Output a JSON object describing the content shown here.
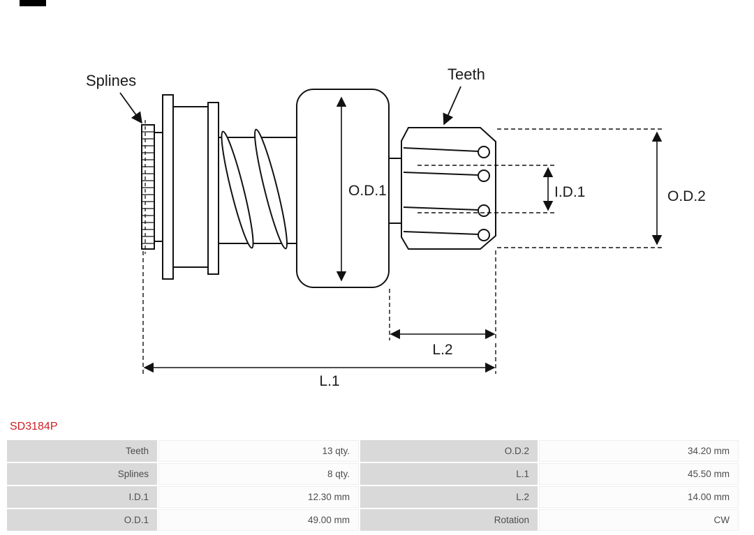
{
  "header": {
    "logo_bar_color": "#000000"
  },
  "part_number": "SD3184P",
  "diagram": {
    "labels": {
      "splines": "Splines",
      "teeth": "Teeth",
      "od1": "O.D.1",
      "id1": "I.D.1",
      "od2": "O.D.2",
      "l1": "L.1",
      "l2": "L.2"
    }
  },
  "spec_table": {
    "rows": [
      {
        "label1": "Teeth",
        "value1": "13 qty.",
        "label2": "O.D.2",
        "value2": "34.20 mm"
      },
      {
        "label1": "Splines",
        "value1": "8 qty.",
        "label2": "L.1",
        "value2": "45.50 mm"
      },
      {
        "label1": "I.D.1",
        "value1": "12.30 mm",
        "label2": "L.2",
        "value2": "14.00 mm"
      },
      {
        "label1": "O.D.1",
        "value1": "49.00 mm",
        "label2": "Rotation",
        "value2": "CW"
      }
    ]
  },
  "colors": {
    "part_number": "#cb2026",
    "table_label_bg": "#d9d9d9",
    "table_value_bg": "#fcfcfc",
    "line": "#111111"
  }
}
